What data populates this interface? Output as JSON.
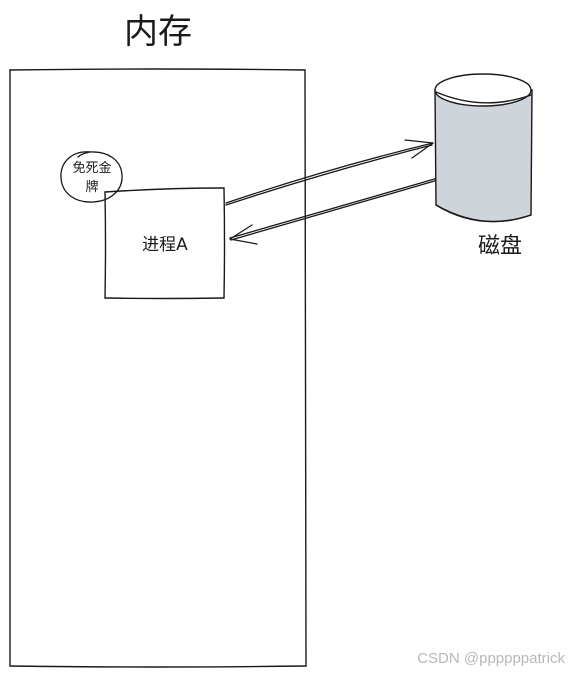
{
  "diagram": {
    "memory_label": "内存",
    "process_label": "进程A",
    "badge_label_line1": "免死金",
    "badge_label_line2": "牌",
    "disk_label": "磁盘"
  },
  "colors": {
    "stroke": "#1a1a1a",
    "disk_fill": "#ced4da",
    "background": "#ffffff"
  },
  "watermark": "CSDN @ppppppatrick"
}
